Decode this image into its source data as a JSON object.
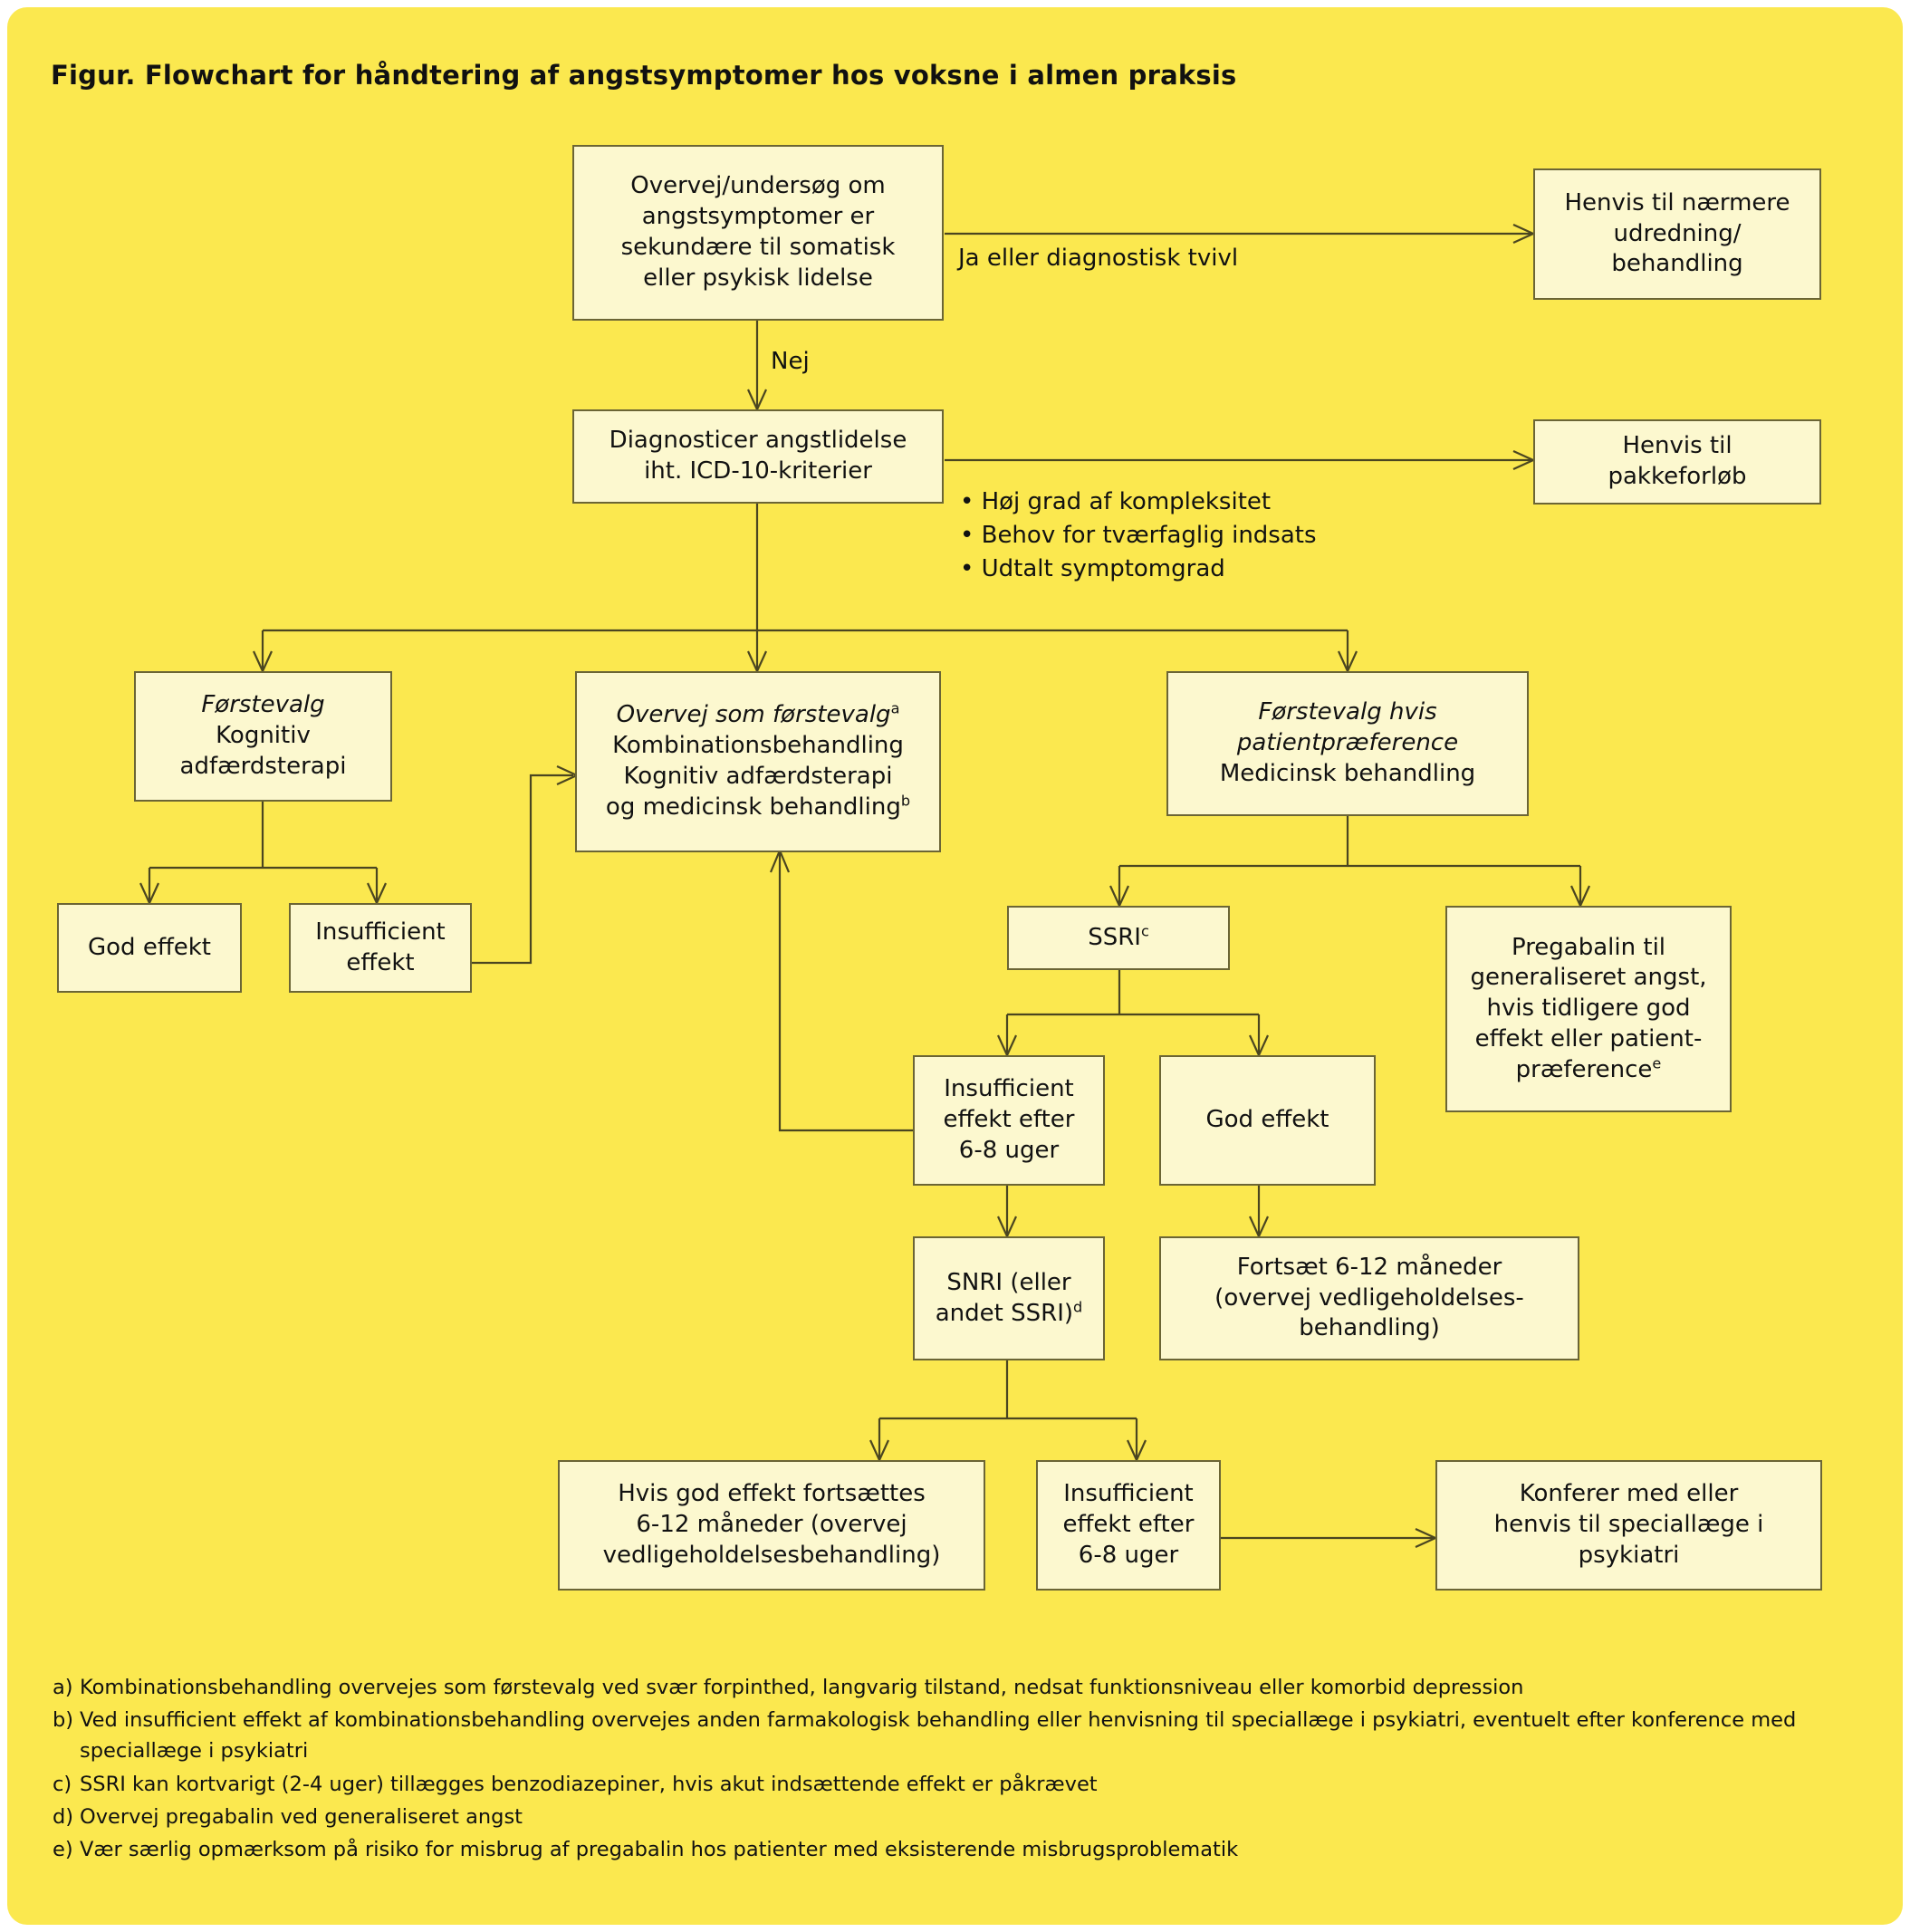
{
  "title": "Figur. Flowchart for håndtering af angstsymptomer hos voksne i almen praksis",
  "colors": {
    "background": "#FBE84F",
    "box_fill": "#FCF8CF",
    "box_border": "#6b6535",
    "text": "#111111"
  },
  "boxes": {
    "assess": "Overvej/undersøg om angstsymptomer er sekundære til somatisk eller psykisk lidelse",
    "assess_l1": "Overvej/undersøg om",
    "assess_l2": "angstsymptomer er",
    "assess_l3": "sekundære til somatisk",
    "assess_l4": "eller psykisk lidelse",
    "refer_workup_l1": "Henvis til nærmere",
    "refer_workup_l2": "udredning/",
    "refer_workup_l3": "behandling",
    "diagnose_l1": "Diagnosticer angstlidelse",
    "diagnose_l2": "iht. ICD-10-kriterier",
    "refer_pathway_l1": "Henvis til",
    "refer_pathway_l2": "pakkeforløb",
    "cbt_l1": "Førstevalg",
    "cbt_l2": "Kognitiv",
    "cbt_l3": "adfærdsterapi",
    "combo_l1": "Overvej som førstevalg",
    "combo_l1_sup": "a",
    "combo_l2": "Kombinationsbehandling",
    "combo_l3": "Kognitiv adfærdsterapi",
    "combo_l4": "og medicinsk behandling",
    "combo_l4_sup": "b",
    "medical_l1": "Førstevalg hvis",
    "medical_l2": "patientpræference",
    "medical_l3": "Medicinsk behandling",
    "good_effect_cbt": "God effekt",
    "insufficient_cbt_l1": "Insufficient",
    "insufficient_cbt_l2": "effekt",
    "ssri": "SSRI",
    "ssri_sup": "c",
    "pregabalin_l1": "Pregabalin til",
    "pregabalin_l2": "generaliseret angst,",
    "pregabalin_l3": "hvis tidligere god",
    "pregabalin_l4": "effekt eller patient-",
    "pregabalin_l5": "præference",
    "pregabalin_sup": "e",
    "insuf_ssri_l1": "Insufficient",
    "insuf_ssri_l2": "effekt efter",
    "insuf_ssri_l3": "6-8 uger",
    "good_effect_ssri": "God effekt",
    "snri_l1": "SNRI (eller",
    "snri_l2": "andet SSRI)",
    "snri_sup": "d",
    "continue_l1": "Fortsæt 6-12 måneder",
    "continue_l2": "(overvej vedligeholdelses-",
    "continue_l3": "behandling)",
    "good_continue_l1": "Hvis god effekt fortsættes",
    "good_continue_l2": "6-12 måneder (overvej",
    "good_continue_l3": "vedligeholdelsesbehandling)",
    "insuf_snri_l1": "Insufficient",
    "insuf_snri_l2": "effekt efter",
    "insuf_snri_l3": "6-8 uger",
    "confer_l1": "Konferer med eller",
    "confer_l2": "henvis til speciallæge i",
    "confer_l3": "psykiatri"
  },
  "edge_labels": {
    "yes_doubt": "Ja eller diagnostisk tvivl",
    "no": "Nej"
  },
  "criteria_bullets": [
    "• Høj grad af kompleksitet",
    "• Behov for tværfaglig indsats",
    "• Udtalt symptomgrad"
  ],
  "footnotes": [
    {
      "key": "a)",
      "text": "Kombinationsbehandling overvejes som førstevalg ved svær forpinthed, langvarig tilstand, nedsat funktionsniveau eller komorbid depression"
    },
    {
      "key": "b)",
      "text": "Ved insufficient effekt af kombinationsbehandling overvejes anden farmakologisk behandling eller henvisning til speciallæge i psykiatri, eventuelt efter konference med speciallæge i psykiatri"
    },
    {
      "key": "c)",
      "text": "SSRI kan kortvarigt (2-4 uger) tillægges benzodiazepiner, hvis akut indsættende effekt er påkrævet"
    },
    {
      "key": "d)",
      "text": "Overvej pregabalin ved generaliseret angst"
    },
    {
      "key": "e)",
      "text": "Vær særlig opmærksom på risiko for misbrug af pregabalin hos patienter med eksisterende misbrugsproblematik"
    }
  ]
}
